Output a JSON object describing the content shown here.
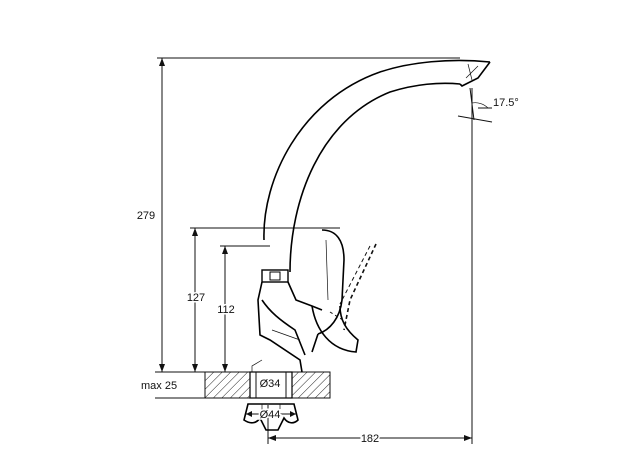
{
  "drawing": {
    "dimensions": {
      "total_height": "279",
      "body_height": "127",
      "lever_height": "112",
      "max_thickness": "max 25",
      "diameter_upper": "Ø34",
      "diameter_lower": "Ø44",
      "reach": "182",
      "spout_angle": "17.5°"
    }
  }
}
